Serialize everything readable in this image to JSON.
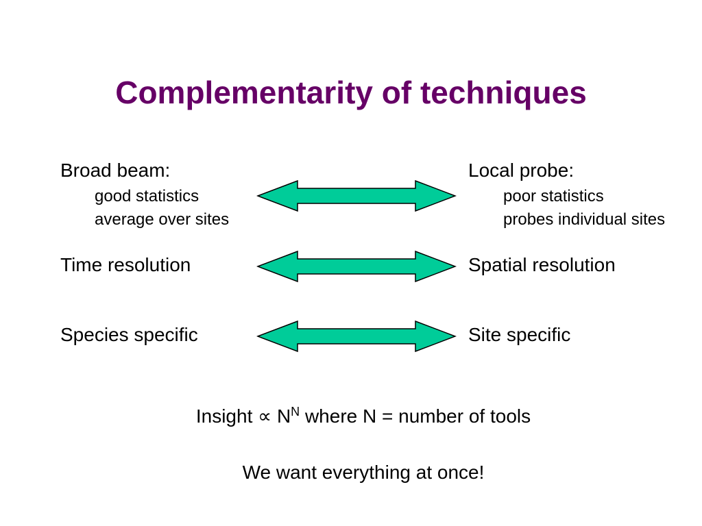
{
  "slide": {
    "title": "Complementarity of techniques",
    "colors": {
      "title": "#660066",
      "arrow_fill": "#00CC99",
      "arrow_stroke": "#000000"
    },
    "rows": [
      {
        "left": "Broad beam:",
        "left_details": [
          "good statistics",
          "average over sites"
        ],
        "right": "Local probe:",
        "right_details": [
          "poor statistics",
          "probes individual sites"
        ],
        "arrow_icon": "double-headed-arrow"
      },
      {
        "left": "Time resolution",
        "right": "Spatial resolution",
        "arrow_icon": "double-headed-arrow"
      },
      {
        "left": "Species specific",
        "right": "Site specific",
        "arrow_icon": "double-headed-arrow"
      }
    ],
    "insight": {
      "prefix": "Insight",
      "symbol": "∝",
      "base": "N",
      "exponent": "N",
      "suffix": "where N = number of tools"
    },
    "conclusion": "We want everything at once!"
  }
}
